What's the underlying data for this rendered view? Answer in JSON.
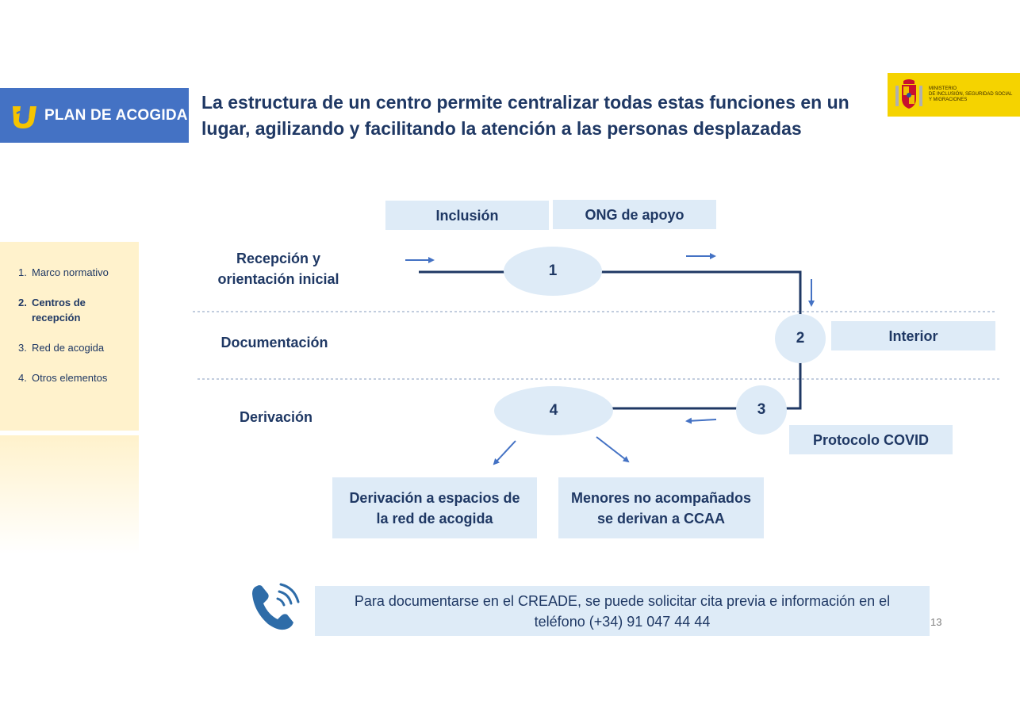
{
  "header": {
    "badge_label": "PLAN DE ACOGIDA",
    "title_line1": "La estructura de un centro permite centralizar todas estas funciones en un",
    "title_line2": "lugar, agilizando y facilitando la atención a las personas desplazadas",
    "ministry_line1": "MINISTERIO",
    "ministry_line2": "DE INCLUSIÓN, SEGURIDAD SOCIAL",
    "ministry_line3": "Y MIGRACIONES"
  },
  "sidebar": {
    "items": [
      {
        "num": "1.",
        "label": "Marco normativo",
        "active": false
      },
      {
        "num": "2.",
        "label": "Centros de recepción",
        "active": true
      },
      {
        "num": "3.",
        "label": "Red de acogida",
        "active": false
      },
      {
        "num": "4.",
        "label": "Otros elementos",
        "active": false
      }
    ]
  },
  "diagram": {
    "row_labels": {
      "recepcion_line1": "Recepción y",
      "recepcion_line2": "orientación inicial",
      "documentacion": "Documentación",
      "derivacion": "Derivación"
    },
    "top_boxes": {
      "inclusion": "Inclusión",
      "ong": "ONG de apoyo"
    },
    "nodes": {
      "n1": "1",
      "n2": "2",
      "n3": "3",
      "n4": "4"
    },
    "side_boxes": {
      "interior": "Interior",
      "covid": "Protocolo COVID"
    },
    "bottom_boxes": {
      "red_line1": "Derivación a espacios de",
      "red_line2": "la red de acogida",
      "menores_line1": "Menores no acompañados",
      "menores_line2": "se derivan a CCAA"
    }
  },
  "info": {
    "line1": "Para documentarse en el CREADE, se puede solicitar cita previa e información en el",
    "line2": "teléfono (+34) 91 047 44 44"
  },
  "page_number": "13",
  "icons": {
    "badge_logo": "plan-acogida-logo",
    "ministry_logo": "coat-of-arms-icon",
    "phone": "phone-icon"
  },
  "colors": {
    "navy": "#1f3864",
    "badge_blue": "#4472c4",
    "box_fill": "#deebf7",
    "sidebar_fill": "#fff2cc",
    "arrow_blue": "#4472c4",
    "ministry_yellow": "#f5d300"
  }
}
